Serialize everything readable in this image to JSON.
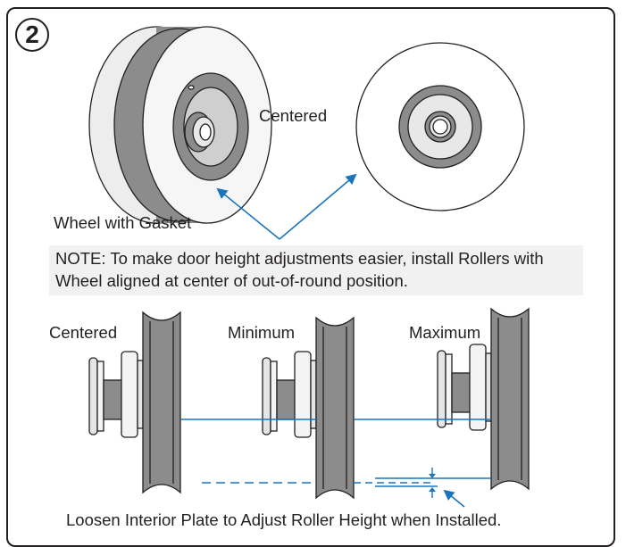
{
  "step_number": "2",
  "labels": {
    "centered_top": "Centered",
    "wheel_with_gasket": "Wheel with Gasket",
    "centered": "Centered",
    "minimum": "Minimum",
    "maximum": "Maximum"
  },
  "note": "NOTE: To make door height adjustments easier, install Rollers with Wheel aligned at center of out-of-round position.",
  "caption": "Loosen Interior Plate to Adjust Roller Height when Installed.",
  "colors": {
    "outline": "#231f20",
    "wheel_gray": "#8c8c8c",
    "light_gray": "#e6e6e6",
    "accent_blue": "#1b75bc"
  }
}
